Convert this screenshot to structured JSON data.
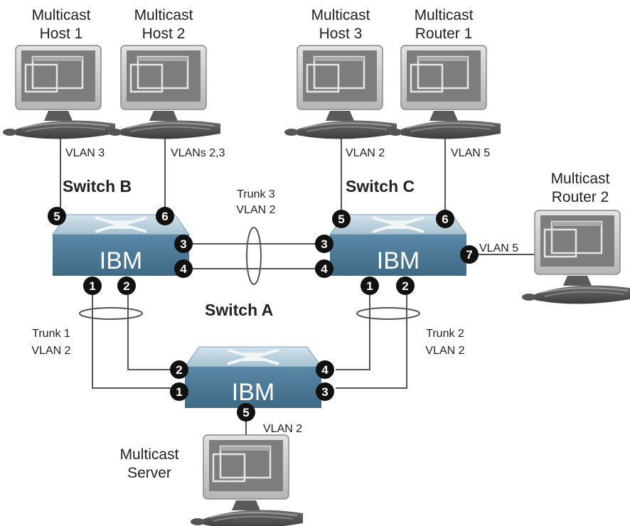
{
  "devices": {
    "host1": {
      "line1": "Multicast",
      "line2": "Host 1"
    },
    "host2": {
      "line1": "Multicast",
      "line2": "Host 2"
    },
    "host3": {
      "line1": "Multicast",
      "line2": "Host 3"
    },
    "router1": {
      "line1": "Multicast",
      "line2": "Router 1"
    },
    "router2": {
      "line1": "Multicast",
      "line2": "Router 2"
    },
    "server": {
      "line1": "Multicast",
      "line2": "Server"
    }
  },
  "switches": {
    "b": {
      "name": "Switch B",
      "brand": "IBM"
    },
    "c": {
      "name": "Switch C",
      "brand": "IBM"
    },
    "a": {
      "name": "Switch A",
      "brand": "IBM"
    }
  },
  "links": {
    "host1_vlan": "VLAN 3",
    "host2_vlan": "VLANs 2,3",
    "host3_vlan": "VLAN 2",
    "router1_vlan": "VLAN 5",
    "router2_vlan": "VLAN 5",
    "server_vlan": "VLAN 2"
  },
  "trunks": {
    "trunk3": {
      "name": "Trunk 3",
      "vlan": "VLAN 2"
    },
    "trunk1": {
      "name": "Trunk 1",
      "vlan": "VLAN 2"
    },
    "trunk2": {
      "name": "Trunk 2",
      "vlan": "VLAN 2"
    }
  },
  "ports": {
    "b_top_left": "5",
    "b_top_right": "6",
    "b_right_1": "3",
    "b_right_2": "4",
    "b_bottom_1": "1",
    "b_bottom_2": "2",
    "c_top_left": "5",
    "c_top_right": "6",
    "c_left_1": "3",
    "c_left_2": "4",
    "c_right": "7",
    "c_bottom_1": "1",
    "c_bottom_2": "2",
    "a_left_1": "2",
    "a_left_2": "1",
    "a_right_1": "4",
    "a_right_2": "3",
    "a_bottom": "5"
  },
  "colors": {
    "switch_top": "#b9cfdb",
    "switch_front": "#4d7a98",
    "port_badge": "#111111",
    "monitor_screen": "#808080",
    "monitor_frame": "#cfcfcf"
  }
}
